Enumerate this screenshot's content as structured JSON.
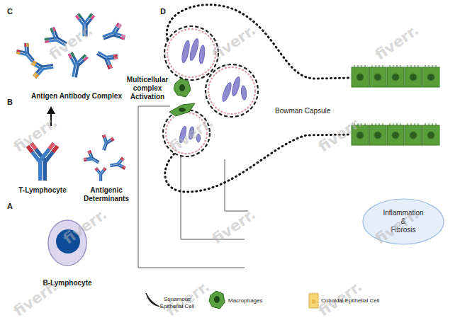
{
  "diagram": {
    "nodes": [
      {
        "text": [
          "Antigen Antibody Complex"
        ]
      },
      {
        "text": [
          "B-Lymphocyte"
        ]
      },
      {
        "text": [
          "Inflammation & Fibrosis"
        ]
      }
    ],
    "labels": [
      "C",
      "B",
      "T-Lymphocyte",
      "Antigenic Determinants",
      "A",
      "D",
      "Multicellular complex Activation",
      "Bowman Capsule",
      "fiverr.",
      "fiverr.",
      "fiverr.",
      "fiverr.",
      "fiverr.",
      "fiverr.",
      "fiverr.",
      "fiverr.",
      "fiverr.",
      "fiverr.",
      "fiverr.",
      "fiverr."
    ],
    "legend": [
      {
        "text": "Squamous Epithelial Cell"
      },
      {
        "text": "Macrophages"
      },
      {
        "text": "Cuboidal Epithelial Cell"
      }
    ]
  }
}
